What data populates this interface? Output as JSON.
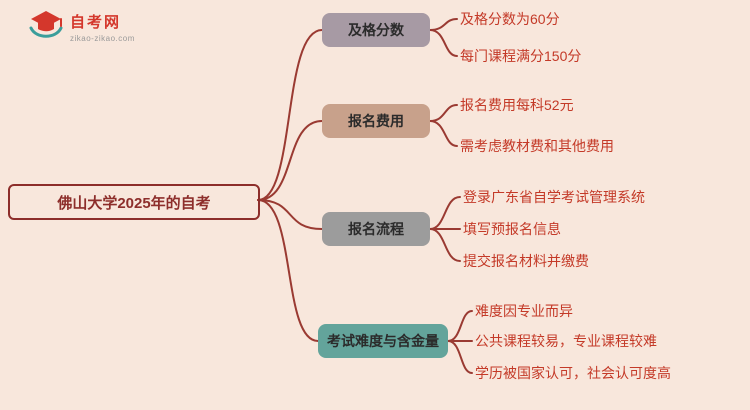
{
  "colors": {
    "background": "#f8e7dc",
    "line": "#9a3a32",
    "root_border": "#8d2e2b",
    "root_text": "#8d2e2b",
    "branch_text": "#2b2b2b",
    "leaf_text": "#c43a28",
    "logo_red": "#d4372c",
    "logo_teal": "#3a9e9b"
  },
  "logo": {
    "site_name": "自考网",
    "site_url": "zikao-zikao.com"
  },
  "mindmap": {
    "root_label": "佛山大学2025年的自考",
    "branches": [
      {
        "label": "及格分数",
        "color": "#a79aa4",
        "leaves": [
          "及格分数为60分",
          "每门课程满分150分"
        ]
      },
      {
        "label": "报名费用",
        "color": "#c8a18b",
        "leaves": [
          "报名费用每科52元",
          "需考虑教材费和其他费用"
        ]
      },
      {
        "label": "报名流程",
        "color": "#9c9c9c",
        "leaves": [
          "登录广东省自学考试管理系统",
          "填写预报名信息",
          "提交报名材料并缴费"
        ]
      },
      {
        "label": "考试难度与含金量",
        "color": "#63a49b",
        "leaves": [
          "难度因专业而异",
          "公共课程较易，专业课程较难",
          "学历被国家认可，社会认可度高"
        ]
      }
    ]
  }
}
